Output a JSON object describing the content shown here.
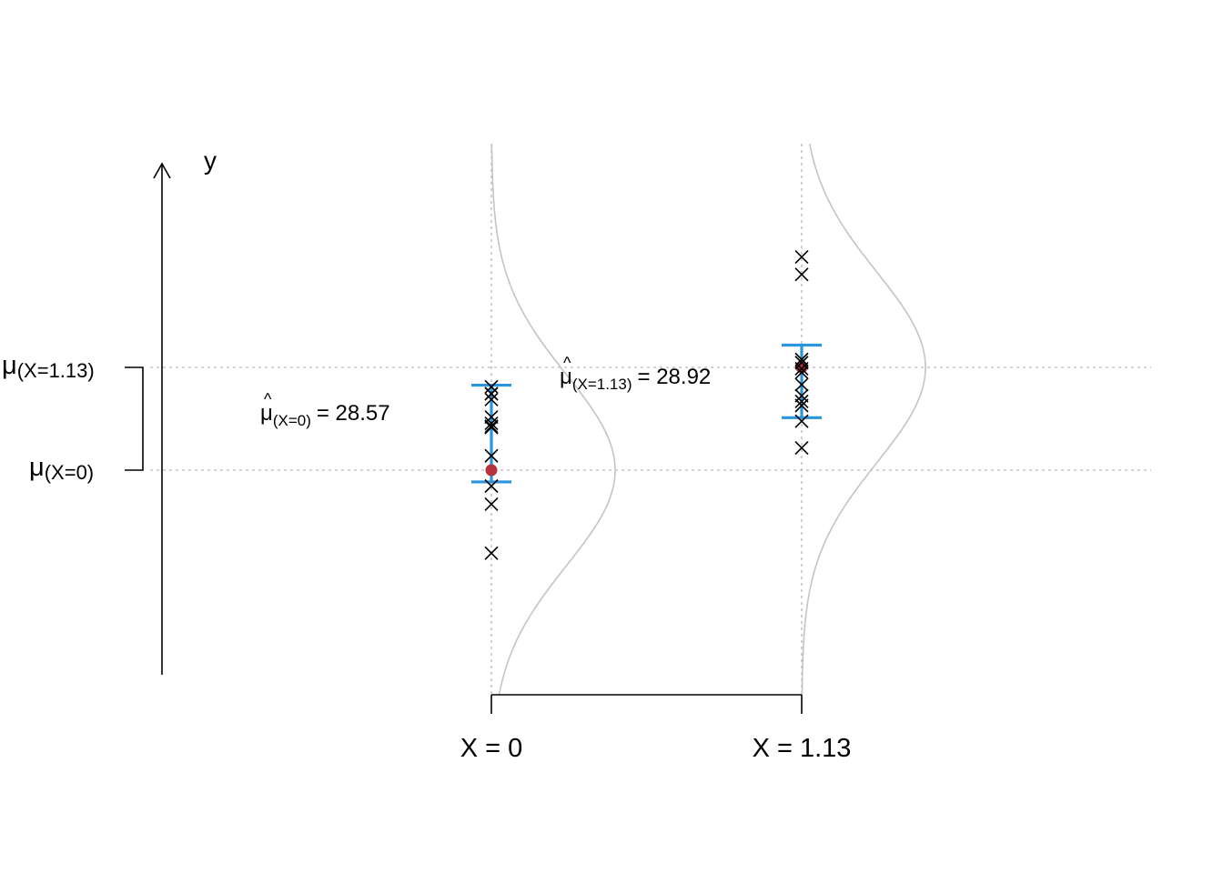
{
  "axis": {
    "y_label": "y"
  },
  "groups": [
    {
      "name": "X = 0",
      "mu_symbol": "μ",
      "mu_subscript": "(X=0)",
      "hat_symbol": "μ",
      "hat_subscript": "(X=0)",
      "hat_value": "= 28.57",
      "observations_offsets": [
        -2.62,
        -2.4,
        -2.4,
        -2.22,
        -1.67,
        -1.47,
        -1.38,
        -1.34,
        -0.45,
        0.5,
        1.07,
        2.61
      ],
      "ci_offsets": [
        -2.67,
        0.37
      ]
    },
    {
      "name": "X = 1.13",
      "mu_symbol": "μ",
      "mu_subscript": "(X=1.13)",
      "hat_symbol": "μ",
      "hat_subscript": "(X=1.13)",
      "hat_value": "= 28.92",
      "observations_offsets": [
        -3.47,
        -2.92,
        -0.25,
        -0.15,
        0.04,
        0.16,
        0.54,
        0.89,
        1.07,
        1.2,
        1.69,
        2.53
      ],
      "ci_offsets": [
        -0.7,
        1.58
      ]
    }
  ],
  "colors": {
    "ci": "#2a95dd",
    "mean_point": "#b5323a",
    "density": "#c4c4c4",
    "grid": "#b8b8b8"
  }
}
